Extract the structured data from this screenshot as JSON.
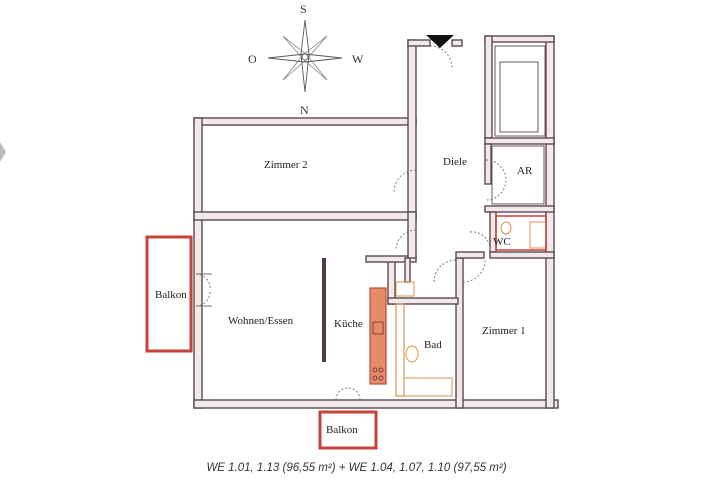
{
  "compass": {
    "north": "N",
    "south": "S",
    "east": "O",
    "west": "W"
  },
  "rooms": {
    "zimmer2": "Zimmer 2",
    "diele": "Diele",
    "ar": "AR",
    "wc": "WC",
    "balkon_left": "Balkon",
    "wohnen": "Wohnen/Essen",
    "kueche": "Küche",
    "bad": "Bad",
    "zimmer1": "Zimmer 1",
    "balkon_bottom": "Balkon"
  },
  "caption": "WE 1.01, 1.13 (96,55 m²) + WE 1.04, 1.07, 1.10 (97,55 m²)",
  "colors": {
    "accent_red": "#c9413b",
    "kitchen_fill": "#e78a6a",
    "wall_fill": "#f3e9ea"
  }
}
